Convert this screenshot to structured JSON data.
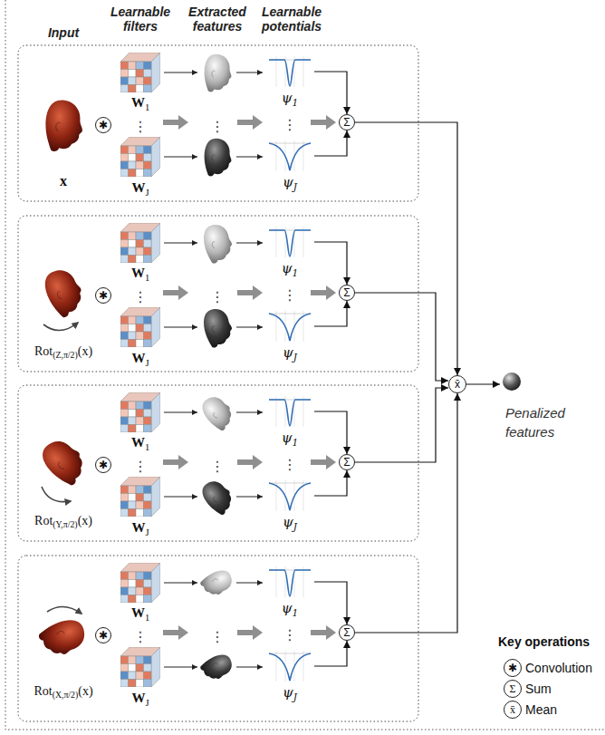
{
  "diagram": {
    "nodes": [
      {
        "text": [
          "✱"
        ]
      },
      {
        "text": [
          "ψ1"
        ]
      },
      {
        "text": [
          "ψJ"
        ]
      },
      {
        "text": [
          "Σ"
        ]
      },
      {
        "text": [
          "✱"
        ]
      },
      {
        "text": [
          "ψ1"
        ]
      },
      {
        "text": [
          "ψJ"
        ]
      },
      {
        "text": [
          "Σ"
        ]
      },
      {
        "text": [
          "✱"
        ]
      },
      {
        "text": [
          "ψ1"
        ]
      },
      {
        "text": [
          "ψJ"
        ]
      },
      {
        "text": [
          "Σ"
        ]
      },
      {
        "text": [
          "✱"
        ]
      },
      {
        "text": [
          "ψ1"
        ]
      },
      {
        "text": [
          "ψJ"
        ]
      },
      {
        "text": [
          "Σ"
        ]
      },
      {
        "text": [
          "x̄"
        ]
      },
      {
        "text": [
          "Penalized features"
        ]
      }
    ],
    "edges": [
      {
        "from": 1,
        "to": 3,
        "arrow": "to"
      },
      {
        "from": 2,
        "to": 3,
        "arrow": "to"
      },
      {
        "from": 5,
        "to": 7,
        "arrow": "to"
      },
      {
        "from": 6,
        "to": 7,
        "arrow": "to"
      },
      {
        "from": 9,
        "to": 11,
        "arrow": "to"
      },
      {
        "from": 10,
        "to": 11,
        "arrow": "to"
      },
      {
        "from": 13,
        "to": 15,
        "arrow": "to"
      },
      {
        "from": 14,
        "to": 15,
        "arrow": "to"
      },
      {
        "from": 3,
        "to": 16,
        "arrow": "to"
      },
      {
        "from": 7,
        "to": 16,
        "arrow": "to"
      },
      {
        "from": 11,
        "to": 16,
        "arrow": "to"
      },
      {
        "from": 15,
        "to": 16,
        "arrow": "to"
      },
      {
        "from": 16,
        "to": 17,
        "arrow": "to"
      }
    ],
    "labels": [
      "Input",
      "Learnable filters",
      "Extracted features",
      "Learnable potentials",
      "x",
      "W1",
      "WJ",
      "⋮",
      "⋮",
      "⋮",
      "Rot(Z,π/2)(x)",
      "W1",
      "WJ",
      "⋮",
      "⋮",
      "⋮",
      "Rot(Y,π/2)(x)",
      "W1",
      "WJ",
      "⋮",
      "⋮",
      "⋮",
      "Rot(X,π/2)(x)",
      "W1",
      "WJ",
      "⋮",
      "⋮",
      "⋮",
      "Key operations",
      "✱",
      "Σ",
      "x̄"
    ],
    "legend": [
      {
        "text": "Convolution"
      },
      {
        "text": "Sum"
      },
      {
        "text": "Mean"
      }
    ]
  }
}
